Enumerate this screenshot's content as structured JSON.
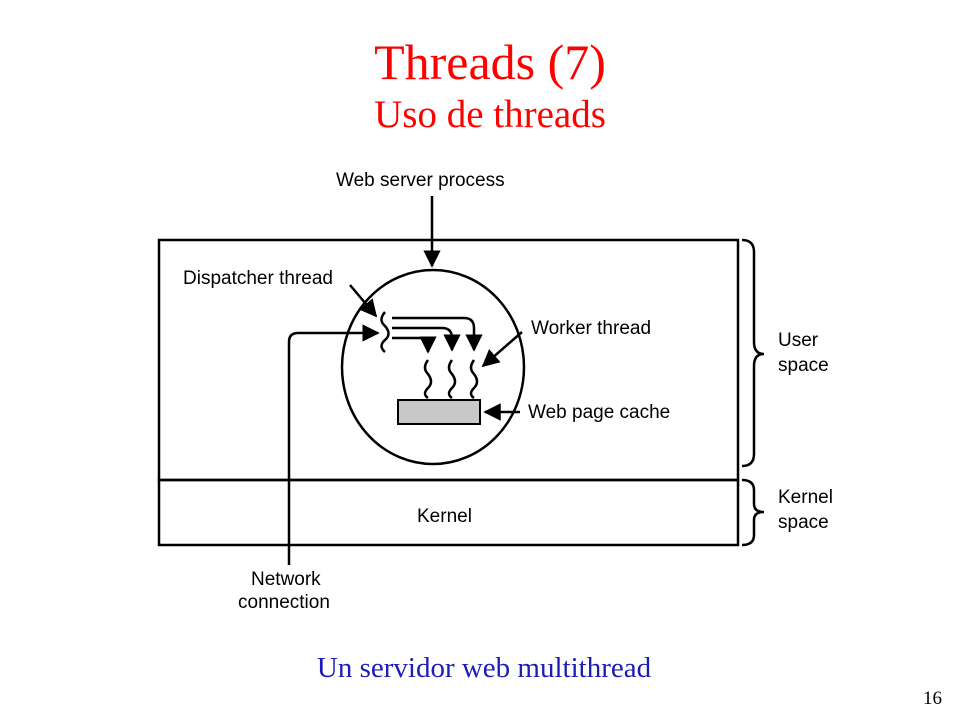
{
  "slide": {
    "title": "Threads (7)",
    "subtitle": "Uso de threads",
    "caption": "Un servidor web multithread",
    "page_number": "16"
  },
  "diagram": {
    "labels": {
      "web_server_process": "Web server process",
      "dispatcher_thread": "Dispatcher thread",
      "worker_thread": "Worker thread",
      "web_page_cache": "Web page cache",
      "kernel": "Kernel",
      "network_line1": "Network",
      "network_line2": "connection",
      "user_line1": "User",
      "user_line2": "space",
      "kernel_space_line1": "Kernel",
      "kernel_space_line2": "space"
    }
  },
  "colors": {
    "title": "#ff0000",
    "caption": "#1c1cb8",
    "cache_fill": "#c8c8c8"
  }
}
